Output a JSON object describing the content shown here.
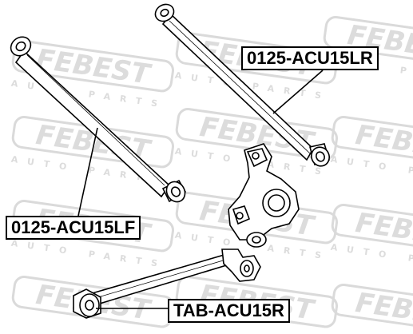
{
  "watermark": {
    "brand": "FEBEST",
    "subtitle": "AUTO PARTS",
    "color": "#d9d9d9"
  },
  "parts": [
    {
      "id": "upper-left-arm",
      "label": "0125-ACU15LF"
    },
    {
      "id": "upper-right-arm",
      "label": "0125-ACU15LR"
    },
    {
      "id": "lower-arm",
      "label": "TAB-ACU15R"
    }
  ],
  "colors": {
    "line": "#000000",
    "background": "#ffffff"
  }
}
